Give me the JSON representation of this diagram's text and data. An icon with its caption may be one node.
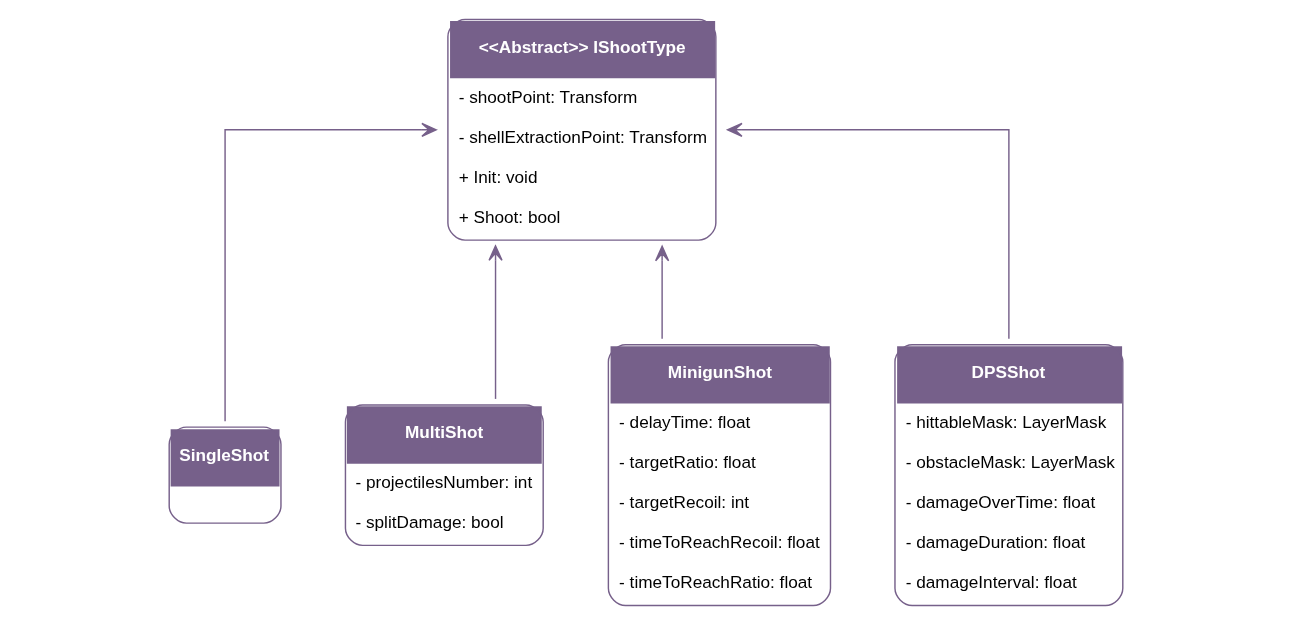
{
  "diagram": {
    "nodes": [
      {
        "text": [
          "<<Abstract>> IShootType",
          "- shootPoint: Transform",
          "- shellExtractionPoint: Transform",
          "+ Init: void",
          "+ Shoot: bool"
        ]
      },
      {
        "text": [
          "SingleShot"
        ]
      },
      {
        "text": [
          "MultiShot",
          "- projectilesNumber: int",
          "- splitDamage: bool"
        ]
      },
      {
        "text": [
          "MinigunShot",
          "- delayTime: float",
          "- targetRatio: float",
          "- targetRecoil: int",
          "- timeToReachRecoil: float",
          "- timeToReachRatio: float"
        ]
      },
      {
        "text": [
          "DPSShot",
          "- hittableMask: LayerMask",
          "- obstacleMask: LayerMask",
          "- damageOverTime: float",
          "- damageDuration: float",
          "- damageInterval: float"
        ]
      }
    ],
    "edges": [
      {
        "from": 1,
        "to": 0,
        "arrow": "to"
      },
      {
        "from": 2,
        "to": 0,
        "arrow": "to"
      },
      {
        "from": 3,
        "to": 0,
        "arrow": "to"
      },
      {
        "from": 4,
        "to": 0,
        "arrow": "to"
      }
    ]
  }
}
